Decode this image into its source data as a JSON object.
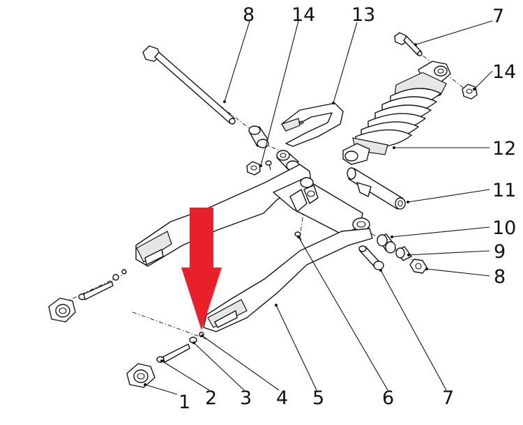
{
  "callouts": {
    "top_8": "8",
    "top_14": "14",
    "top_13": "13",
    "top_7": "7",
    "right_14": "14",
    "right_12": "12",
    "right_11": "11",
    "right_10": "10",
    "right_9": "9",
    "right_8": "8",
    "bottom_1": "1",
    "bottom_2": "2",
    "bottom_3": "3",
    "bottom_4": "4",
    "bottom_5": "5",
    "bottom_6": "6",
    "bottom_7": "7"
  },
  "colors": {
    "line": "#111111",
    "arrow": "#e8202a",
    "background": "#ffffff"
  }
}
